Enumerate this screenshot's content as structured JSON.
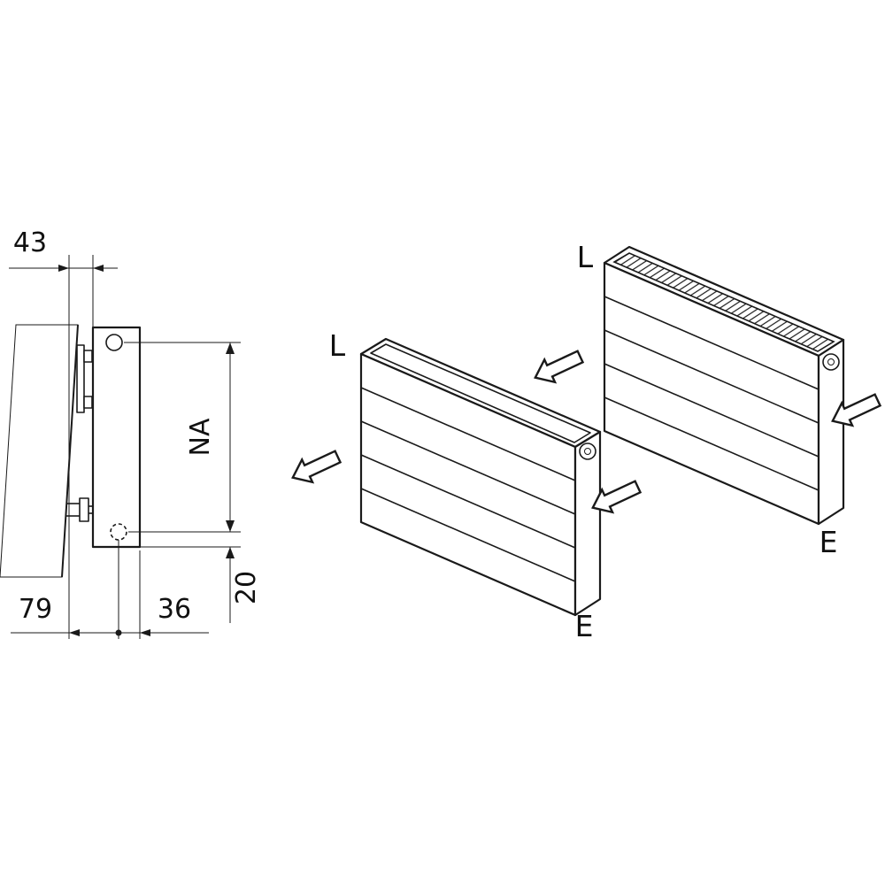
{
  "diagram": {
    "side_view": {
      "wall_to_panel": "43",
      "hub_distance": "NA",
      "bracket_depth": "79",
      "center_to_front": "36",
      "bottom_offset": "20"
    },
    "front_radiator": {
      "inlet_label": "L",
      "return_label": "E"
    },
    "rear_radiator": {
      "inlet_label": "L",
      "return_label": "E"
    },
    "colors": {
      "line": "#1a1a1a",
      "background": "#ffffff"
    }
  }
}
